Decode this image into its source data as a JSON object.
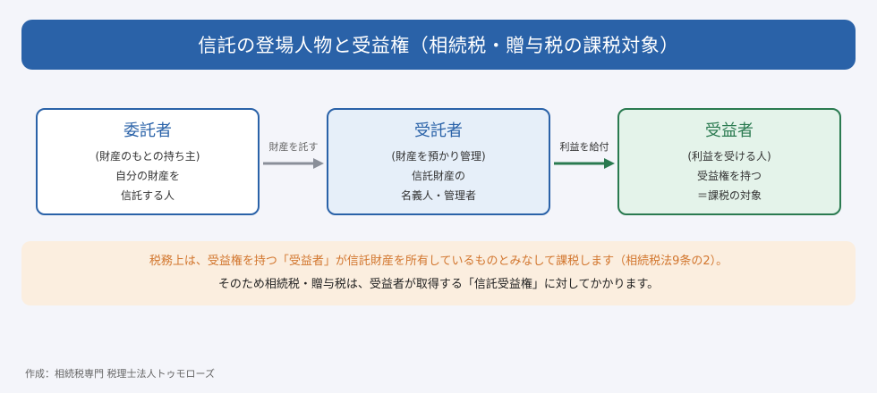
{
  "title": "信託の登場人物と受益権（相続税・贈与税の課税対象）",
  "boxes": {
    "trustor": {
      "role": "委託者",
      "lines": [
        "(財産のもとの持ち主)",
        "自分の財産を",
        "信託する人"
      ]
    },
    "trustee": {
      "role": "受託者",
      "lines": [
        "(財産を預かり管理)",
        "信託財産の",
        "名義人・管理者"
      ]
    },
    "beneficiary": {
      "role": "受益者",
      "lines": [
        "(利益を受ける人)",
        "受益権を持つ",
        "＝課税の対象"
      ]
    }
  },
  "arrows": {
    "entrust": {
      "label": "財産を託す",
      "color": "#8a8f99"
    },
    "benefit": {
      "label": "利益を給付",
      "color": "#2a7a50"
    }
  },
  "note": {
    "line1": "税務上は、受益権を持つ「受益者」が信託財産を所有しているものとみなして課税します（相続税法9条の2）。",
    "line2": "そのため相続税・贈与税は、受益者が取得する「信託受益権」に対してかかります。"
  },
  "credit": "作成：相続税専門 税理士法人トゥモローズ",
  "colors": {
    "primary": "#2a62a8",
    "green": "#2a7a50",
    "note_bg": "#fbeedf",
    "note_accent": "#d2762e"
  }
}
